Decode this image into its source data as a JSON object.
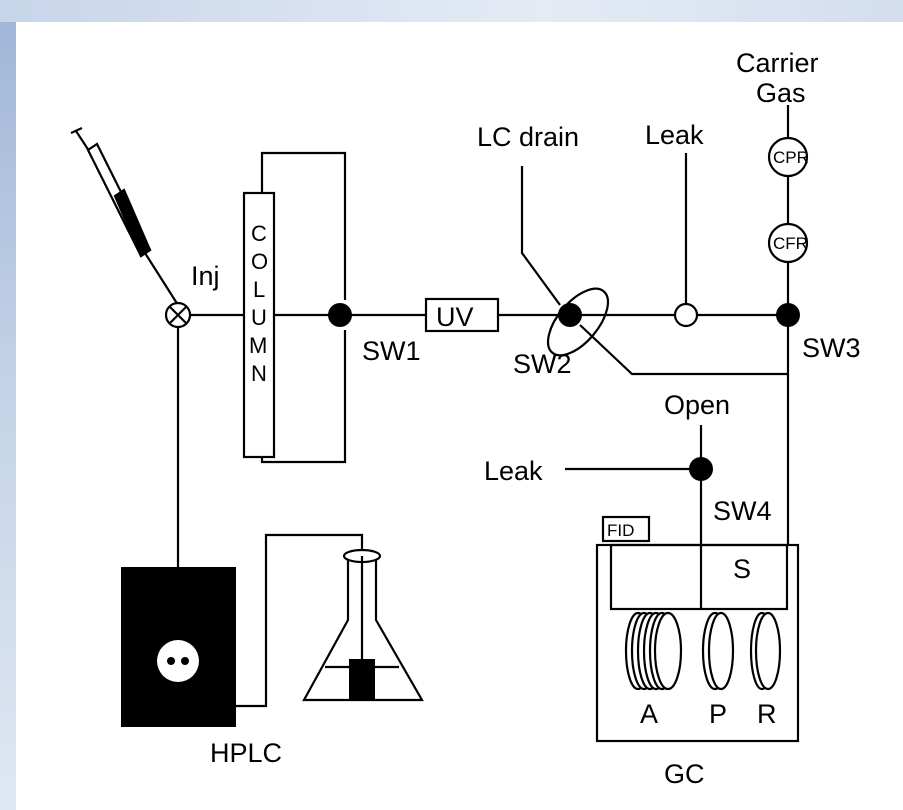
{
  "diagram": {
    "injector_label": "Inj",
    "column_letters": [
      "C",
      "O",
      "L",
      "U",
      "M",
      "N"
    ],
    "switch_labels": {
      "sw1": "SW1",
      "sw2": "SW2",
      "sw3": "SW3",
      "sw4": "SW4"
    },
    "uv_label": "UV",
    "lc_drain_label": "LC drain",
    "leak_top_label": "Leak",
    "leak_left_label": "Leak",
    "carrier_gas_line1": "Carrier",
    "carrier_gas_line2": "Gas",
    "cpr_label": "CPR",
    "cfr_label": "CFR",
    "open_label": "Open",
    "fid_label": "FID",
    "s_label": "S",
    "column_a_label": "A",
    "column_p_label": "P",
    "column_r_label": "R",
    "gc_label": "GC",
    "hplc_label": "HPLC"
  }
}
